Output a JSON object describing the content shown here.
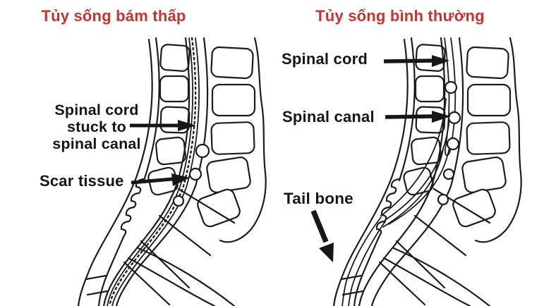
{
  "figure": {
    "background_color": "#ffffff",
    "line_ink_color": "#1c1c1c",
    "title_color": "#c5342f",
    "label_color": "#161616"
  },
  "panels": [
    {
      "id": "tethered-cord",
      "title": "Tủy sống bám thấp",
      "labels": [
        {
          "id": "spinal-cord-stuck",
          "text": "Spinal cord\nstuck to\nspinal canal"
        },
        {
          "id": "scar-tissue",
          "text": "Scar tissue"
        }
      ]
    },
    {
      "id": "normal-cord",
      "title": "Tủy sống bình thường",
      "labels": [
        {
          "id": "spinal-cord",
          "text": "Spinal cord"
        },
        {
          "id": "spinal-canal",
          "text": "Spinal canal"
        },
        {
          "id": "tail-bone",
          "text": "Tail bone"
        }
      ]
    }
  ]
}
